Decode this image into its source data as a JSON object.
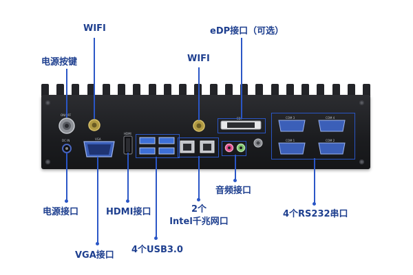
{
  "callouts": {
    "power_button": "电源按键",
    "wifi_left": "WIFI",
    "wifi_right": "WIFI",
    "edp": "eDP接口（可选）",
    "power_jack": "电源接口",
    "vga": "VGA接口",
    "hdmi": "HDMI接口",
    "usb": "4个USB3.0",
    "lan_line1": "2个",
    "lan_line2": "Intel千兆网口",
    "audio": "音频接口",
    "rs232": "4个RS232串口"
  },
  "panel_print": {
    "on_off": "ON/OFF",
    "dc_in": "DC IN",
    "vga": "VGA",
    "hdmi": "HDMI",
    "edp": "EDP",
    "com3": "COM 3",
    "com4": "COM 4",
    "com1": "COM 1",
    "com2": "COM 2"
  },
  "colors": {
    "callout_text": "#1e3f8f",
    "callout_line": "#2a56c6",
    "chassis": "#1b1c1f",
    "port_blue": "#3d6fd6"
  }
}
